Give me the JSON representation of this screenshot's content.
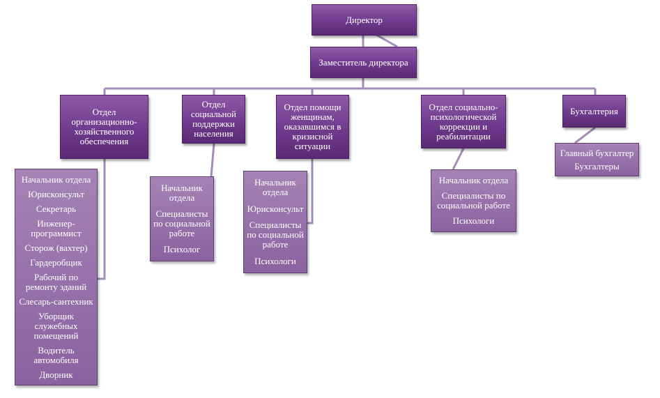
{
  "director": "Директор",
  "deputy": "Заместитель директора",
  "departments": [
    {
      "title": "Отдел организационно-хозяйственного обеспечения",
      "staff": [
        "Начальник отдела",
        "Юрисконсульт",
        "Секретарь",
        "Инженер-программист",
        "Сторож (вахтер)",
        "Гардеробщик",
        "Рабочий по ремонту зданий",
        "Слесарь-сантехник",
        "Уборщик служебных помещений",
        "Водитель автомобиля",
        "Дворник"
      ]
    },
    {
      "title": "Отдел социальной поддержки населения",
      "staff": [
        "Начальник отдела",
        "Специалисты по социальной работе",
        "Психолог"
      ]
    },
    {
      "title": "Отдел помощи женщинам, оказавшимся в кризисной ситуации",
      "staff": [
        "Начальник отдела",
        "Юрисконсульт",
        "Специалисты по социальной работе",
        "Психологи"
      ]
    },
    {
      "title": "Отдел социально-психологической коррекции и реабилитации",
      "staff": [
        "Начальник отдела",
        "Специалисты по социальной работе",
        "Психологи"
      ]
    },
    {
      "title": "Бухгалтерия",
      "staff": [
        "Главный бухгалтер",
        "Бухгалтеры"
      ]
    }
  ]
}
